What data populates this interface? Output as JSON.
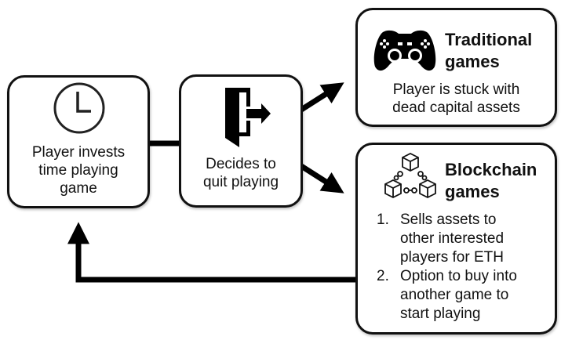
{
  "nodes": {
    "invest": {
      "icon": "clock-icon",
      "label_lines": [
        "Player invests",
        "time playing",
        "game"
      ]
    },
    "quit": {
      "icon": "exit-door-icon",
      "label_lines": [
        "Decides to",
        "quit playing"
      ]
    },
    "traditional": {
      "icon": "gamepad-icon",
      "title_lines": [
        "Traditional",
        "games"
      ],
      "label_lines": [
        "Player is stuck with",
        "dead capital assets"
      ]
    },
    "blockchain": {
      "icon": "blockchain-icon",
      "title_lines": [
        "Blockchain",
        "games"
      ],
      "items": [
        {
          "num": "1.",
          "lines": [
            "Sells assets to",
            "other interested",
            "players for ETH"
          ]
        },
        {
          "num": "2.",
          "lines": [
            "Option to buy into",
            "another game to",
            "start playing"
          ]
        }
      ]
    }
  },
  "edges": [
    {
      "from": "invest",
      "to": "quit"
    },
    {
      "from": "quit",
      "to": "traditional"
    },
    {
      "from": "quit",
      "to": "blockchain"
    },
    {
      "from": "blockchain",
      "to": "invest"
    }
  ]
}
